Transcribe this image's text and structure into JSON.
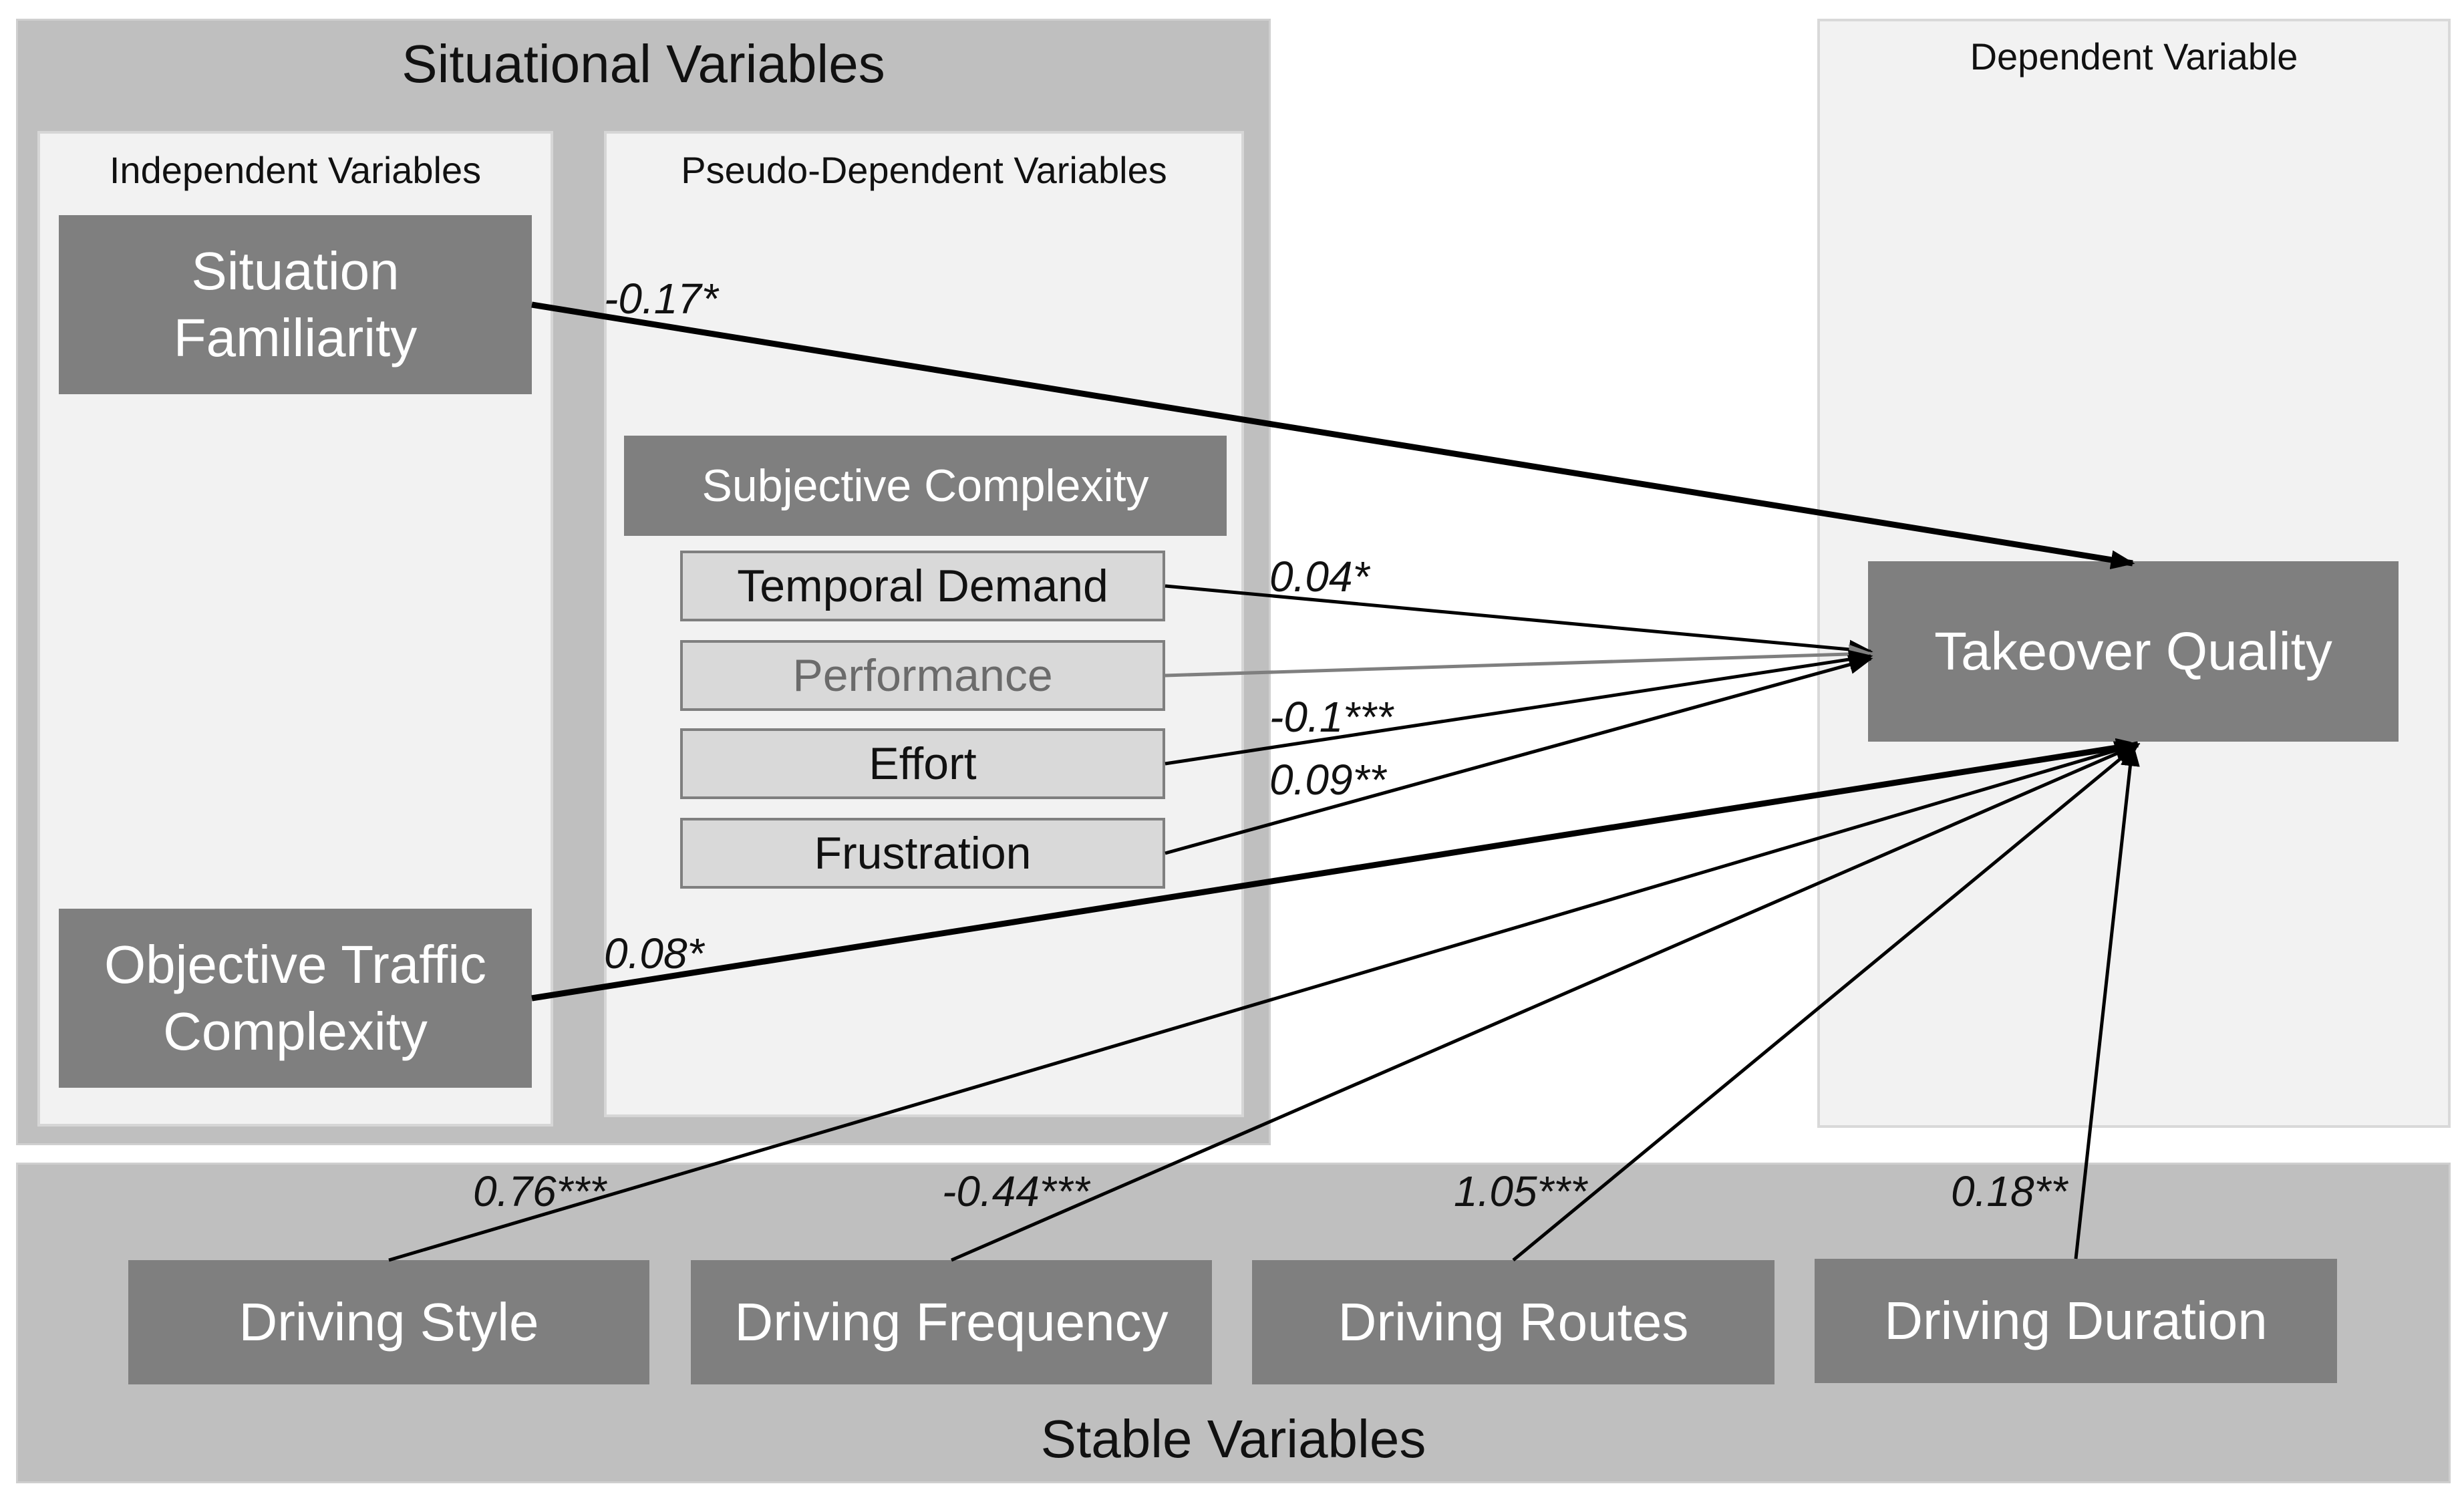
{
  "panels": {
    "situational": "Situational Variables",
    "independent": "Independent Variables",
    "pseudo_dependent": "Pseudo-Dependent Variables",
    "dependent": "Dependent Variable",
    "stable": "Stable Variables"
  },
  "nodes": {
    "situation_familiarity": [
      "Situation",
      "Familiarity"
    ],
    "objective_traffic_complexity": [
      "Objective Traffic",
      "Complexity"
    ],
    "subjective_complexity": "Subjective Complexity",
    "temporal_demand": "Temporal Demand",
    "performance": "Performance",
    "effort": "Effort",
    "frustration": "Frustration",
    "takeover_quality": "Takeover Quality",
    "driving_style": "Driving Style",
    "driving_frequency": "Driving Frequency",
    "driving_routes": "Driving Routes",
    "driving_duration": "Driving Duration"
  },
  "coefficients": {
    "situation_familiarity": "-0.17*",
    "temporal_demand": "0.04*",
    "effort": "-0.1***",
    "frustration": "0.09**",
    "objective_traffic_complexity": "0.08*",
    "driving_style": "0.76***",
    "driving_frequency": "-0.44***",
    "driving_routes": "1.05***",
    "driving_duration": "0.18**"
  },
  "colors": {
    "dark_box": "#7f7f7f",
    "light_box": "#d9d9d9",
    "outer_panel": "#bfbfbf",
    "inner_panel": "#f2f2f2",
    "arrow": "#000000",
    "nonsignificant_arrow": "#7f7f7f"
  }
}
